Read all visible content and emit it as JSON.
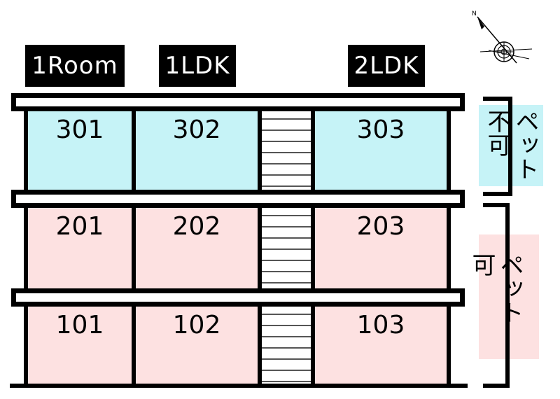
{
  "unit_types": [
    "1Room",
    "1LDK",
    "2LDK"
  ],
  "floors": [
    {
      "level": 3,
      "units": [
        "301",
        "302",
        "303"
      ],
      "color": "#c6f3f7"
    },
    {
      "level": 2,
      "units": [
        "201",
        "202",
        "203"
      ],
      "color": "#fde1e1"
    },
    {
      "level": 1,
      "units": [
        "101",
        "102",
        "103"
      ],
      "color": "#fde1e1"
    }
  ],
  "legend": {
    "no_pets": {
      "text": "ペット不可",
      "color": "#c6f3f7"
    },
    "pets_ok": {
      "text": "ペット可",
      "color": "#fde1e1"
    }
  },
  "compass": {
    "north_label": "N"
  }
}
